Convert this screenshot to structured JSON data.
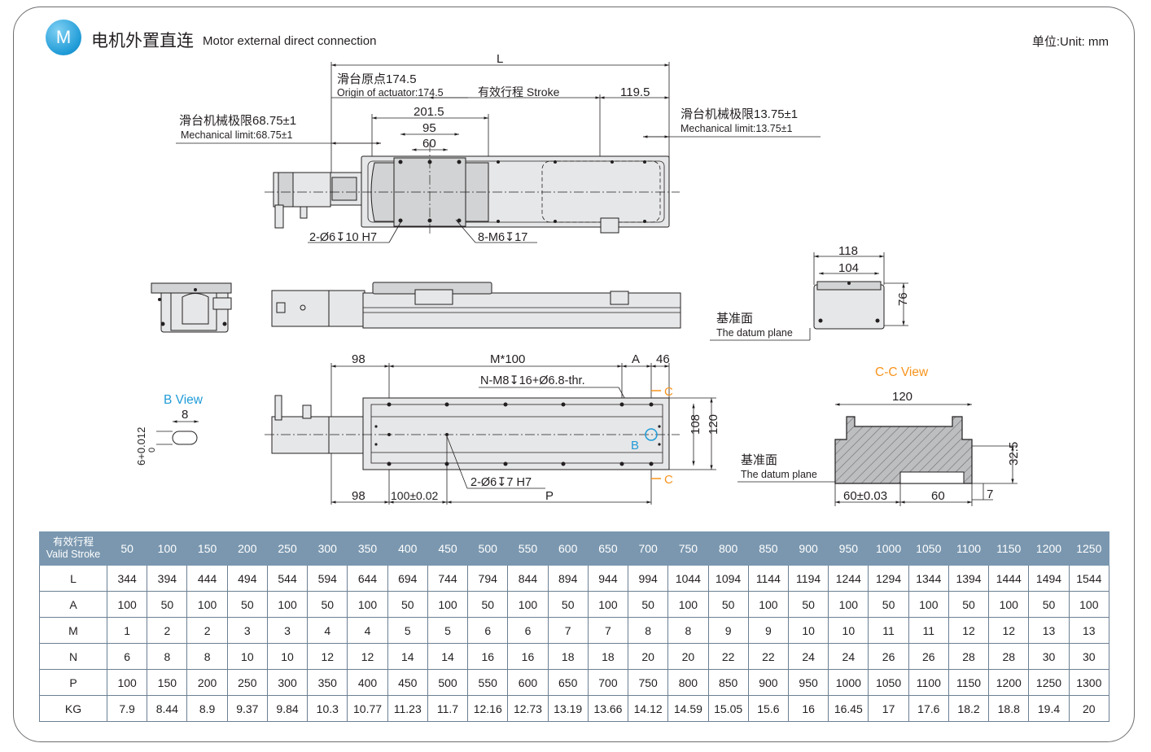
{
  "header": {
    "badge": "M",
    "title_cn": "电机外置直连",
    "title_en": "Motor external direct connection",
    "unit": "单位:Unit: mm"
  },
  "drawing": {
    "L": "L",
    "origin_cn": "滑台原点174.5",
    "origin_en": "Origin of actuator:174.5",
    "stroke_label": "有效行程 Stroke",
    "dim_119_5": "119.5",
    "dim_201_5": "201.5",
    "dim_95": "95",
    "dim_60": "60",
    "mech_left_cn": "滑台机械极限68.75±1",
    "mech_left_en": "Mechanical limit:68.75±1",
    "mech_right_cn": "滑台机械极限13.75±1",
    "mech_right_en": "Mechanical limit:13.75±1",
    "hole_left": "2-Ø6↧10 H7",
    "hole_right": "8-M6↧17",
    "dim_118": "118",
    "dim_104": "104",
    "dim_76": "76",
    "datum_cn": "基准面",
    "datum_en": "The datum plane",
    "dim_98_top": "98",
    "m100": "M*100",
    "dim_A": "A",
    "dim_46": "46",
    "n_thread": "N-M8↧16+Ø6.8-thr.",
    "c_mark": "C",
    "b_mark": "B",
    "dim_108": "108",
    "dim_120_side": "120",
    "dim_98_bottom": "98",
    "dim_100": "100±0.02",
    "pin_hole": "2-Ø6↧7 H7",
    "dim_P": "P",
    "b_view": "B View",
    "dim_8": "8",
    "tol_6": "6+0.012",
    "tol_0": "0",
    "cc_view": "C-C View",
    "dim_120": "120",
    "datum2_cn": "基准面",
    "datum2_en": "The datum plane",
    "dim_60_03": "60±0.03",
    "dim_60b": "60",
    "dim_32_5": "32.5",
    "dim_7": "7"
  },
  "colors": {
    "accent": "#1f9bd7",
    "orange": "#f7941d",
    "table_header": "#7a97af"
  },
  "table": {
    "head_cn": "有效行程",
    "head_en": "Valid Stroke",
    "strokes": [
      "50",
      "100",
      "150",
      "200",
      "250",
      "300",
      "350",
      "400",
      "450",
      "500",
      "550",
      "600",
      "650",
      "700",
      "750",
      "800",
      "850",
      "900",
      "950",
      "1000",
      "1050",
      "1100",
      "1150",
      "1200",
      "1250"
    ],
    "rows": [
      {
        "label": "L",
        "values": [
          "344",
          "394",
          "444",
          "494",
          "544",
          "594",
          "644",
          "694",
          "744",
          "794",
          "844",
          "894",
          "944",
          "994",
          "1044",
          "1094",
          "1144",
          "1194",
          "1244",
          "1294",
          "1344",
          "1394",
          "1444",
          "1494",
          "1544"
        ]
      },
      {
        "label": "A",
        "values": [
          "100",
          "50",
          "100",
          "50",
          "100",
          "50",
          "100",
          "50",
          "100",
          "50",
          "100",
          "50",
          "100",
          "50",
          "100",
          "50",
          "100",
          "50",
          "100",
          "50",
          "100",
          "50",
          "100",
          "50",
          "100"
        ]
      },
      {
        "label": "M",
        "values": [
          "1",
          "2",
          "2",
          "3",
          "3",
          "4",
          "4",
          "5",
          "5",
          "6",
          "6",
          "7",
          "7",
          "8",
          "8",
          "9",
          "9",
          "10",
          "10",
          "11",
          "11",
          "12",
          "12",
          "13",
          "13"
        ]
      },
      {
        "label": "N",
        "values": [
          "6",
          "8",
          "8",
          "10",
          "10",
          "12",
          "12",
          "14",
          "14",
          "16",
          "16",
          "18",
          "18",
          "20",
          "20",
          "22",
          "22",
          "24",
          "24",
          "26",
          "26",
          "28",
          "28",
          "30",
          "30"
        ]
      },
      {
        "label": "P",
        "values": [
          "100",
          "150",
          "200",
          "250",
          "300",
          "350",
          "400",
          "450",
          "500",
          "550",
          "600",
          "650",
          "700",
          "750",
          "800",
          "850",
          "900",
          "950",
          "1000",
          "1050",
          "1100",
          "1150",
          "1200",
          "1250",
          "1300"
        ]
      },
      {
        "label": "KG",
        "values": [
          "7.9",
          "8.44",
          "8.9",
          "9.37",
          "9.84",
          "10.3",
          "10.77",
          "11.23",
          "11.7",
          "12.16",
          "12.73",
          "13.19",
          "13.66",
          "14.12",
          "14.59",
          "15.05",
          "15.6",
          "16",
          "16.45",
          "17",
          "17.6",
          "18.2",
          "18.8",
          "19.4",
          "20"
        ]
      }
    ]
  }
}
